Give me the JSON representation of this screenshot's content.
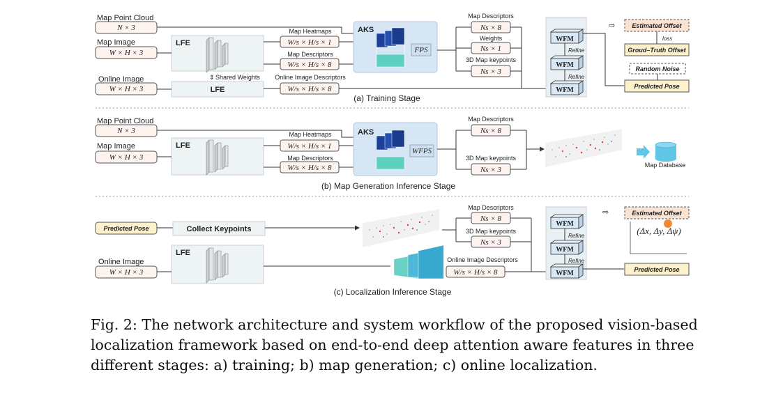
{
  "training": {
    "map_point_cloud": "Map Point Cloud",
    "n3": "N × 3",
    "map_image": "Map Image",
    "whx3": "W × H × 3",
    "online_image": "Online Image",
    "lfe": "LFE",
    "shared_weights": "Shared Weights",
    "map_heatmaps": "Map Heatmaps",
    "heat_dim": "W/s × H/s × 1",
    "map_descriptors": "Map Descriptors",
    "desc_dim": "W/s × H/s × 8",
    "online_image_descriptors": "Online Image Descriptors",
    "aks": "AKS",
    "fps": "FPS",
    "out_map_descriptors": "Map Descriptors",
    "ns8": "Ns × 8",
    "weights": "Weights",
    "ns1": "Ns × 1",
    "map_keypoints": "3D Map keypoints",
    "ns3": "Ns × 3",
    "wfm": "WFM",
    "refine": "Refine",
    "estimated_offset": "Estimated Offset",
    "loss": "loss",
    "ground_truth_offset": "Groud–Truth Offset",
    "random_noise": "Random Noise",
    "predicted_pose": "Predicted Pose",
    "stage_label": "(a) Training Stage"
  },
  "mapgen": {
    "map_point_cloud": "Map Point Cloud",
    "n3": "N × 3",
    "map_image": "Map Image",
    "whx3": "W × H × 3",
    "lfe": "LFE",
    "map_heatmaps": "Map Heatmaps",
    "heat_dim": "W/s × H/s × 1",
    "map_descriptors": "Map Descriptors",
    "desc_dim": "W/s × H/s × 8",
    "aks": "AKS",
    "wfps": "WFPS",
    "out_map_descriptors": "Map Descriptors",
    "ns8": "Ns × 8",
    "map_keypoints": "3D Map keypoints",
    "ns3": "Ns × 3",
    "map_database": "Map Database",
    "stage_label": "(b) Map Generation Inference Stage"
  },
  "localization": {
    "predicted_pose_in": "Predicted Pose",
    "collect_keypoints": "Collect Keypoints",
    "lfe": "LFE",
    "online_image": "Online Image",
    "whx3": "W × H × 3",
    "map_descriptors": "Map Descriptors",
    "ns8": "Ns × 8",
    "map_keypoints": "3D Map keypoints",
    "ns3": "Ns × 3",
    "online_image_descriptors": "Online Image Descriptors",
    "desc_dim": "W/s × H/s × 8",
    "wfm": "WFM",
    "refine": "Refine",
    "estimated_offset": "Estimated Offset",
    "offset_vars": "(Δx, Δy, Δψ)",
    "predicted_pose": "Predicted Pose",
    "stage_label": "(c) Localization Inference Stage"
  },
  "caption": "Fig. 2: The network architecture and system workflow of the proposed vision-based localization framework based on end-to-end deep attention aware features in three different stages: a) training; b) map generation; c) online localization.",
  "colors": {
    "input_box": "#fdf3ef",
    "input_border": "#555555",
    "lfe_box": "#eef4f4",
    "aks_box": "#d6e6f5",
    "wfm_panel": "#e8f0f3",
    "wfm_block": "#d7e7f3",
    "estimated_offset_fill": "#fbe3d3",
    "predicted_pose_fill": "#fdf2cc",
    "database": "#5fc6e6",
    "orange_dot": "#f08a2c"
  }
}
